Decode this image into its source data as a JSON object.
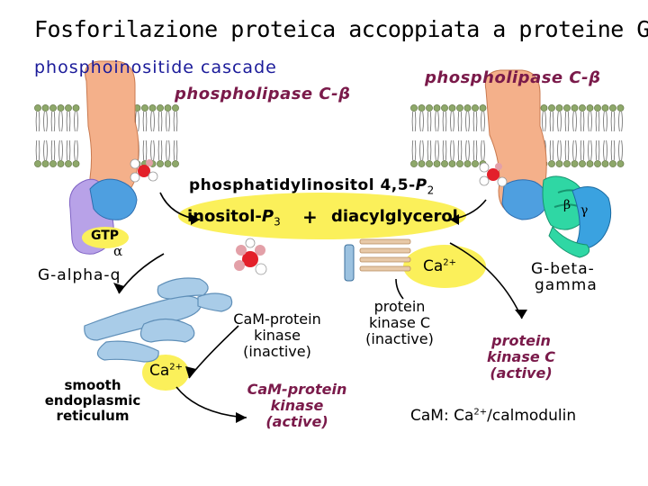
{
  "slide": {
    "title": "Fosforilazione proteica accoppiata a proteine G",
    "subtitle": "phosphoinositide cascade",
    "plc_left": "phospholipase C-β",
    "plc_right": "phospholipase C-β",
    "pip2_prefix": "phosphatidylinositol 4,5-",
    "pip2_sym": "P",
    "pip2_sub": "2",
    "ip3_prefix": "inositol-",
    "ip3_sym": "P",
    "ip3_sub": "3",
    "plus": "+",
    "dag": "diacylglycerol",
    "gtp": "GTP",
    "alpha": "α",
    "beta": "β",
    "gamma": "γ",
    "g_alpha_q": "G-alpha-q",
    "g_beta_gamma_1": "G-beta-",
    "g_beta_gamma_2": "gamma",
    "ca_top": "Ca",
    "ca_top_sup": "2+",
    "ca_left": "Ca",
    "ca_left_sup": "2+",
    "pkc_inactive": [
      "protein",
      "kinase C",
      "(inactive)"
    ],
    "pkc_active": [
      "protein",
      "kinase C",
      "(active)"
    ],
    "cam_inactive": [
      "CaM-protein",
      "kinase",
      "(inactive)"
    ],
    "cam_active": [
      "CaM-protein",
      "kinase",
      "(active)"
    ],
    "ser": [
      "smooth",
      "endoplasmic",
      "reticulum"
    ],
    "cam_note_prefix": "CaM: Ca",
    "cam_note_sup": "2+",
    "cam_note_suffix": "/calmodulin",
    "colors": {
      "membrane_head": "#8ea86a",
      "receptor": "#f4b08a",
      "gprotein_alpha": "#b8a2e8",
      "gprotein_beta": "#2fd7a4",
      "gprotein_gamma": "#3aa2e0",
      "plc_protein": "#4e9fe0",
      "highlight": "#fbf05a",
      "er": "#a9cce8",
      "arrow": "#000000",
      "text_blue": "#1b1b9a",
      "text_purple": "#7a1a4a"
    }
  }
}
